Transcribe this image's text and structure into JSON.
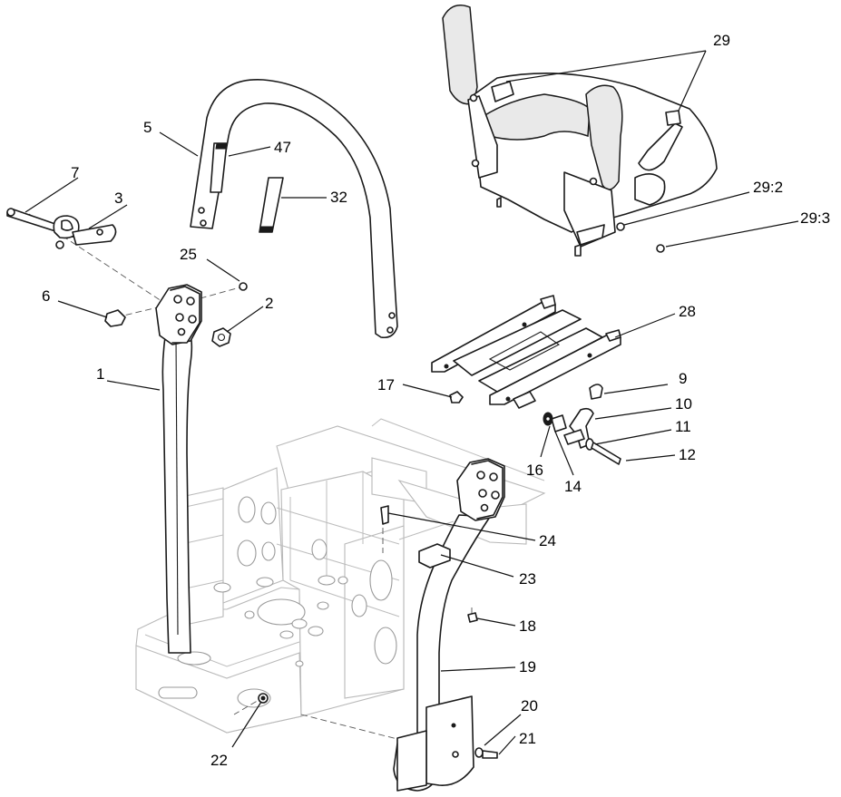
{
  "callouts": [
    {
      "id": "1",
      "label": "1"
    },
    {
      "id": "2",
      "label": "2"
    },
    {
      "id": "3",
      "label": "3"
    },
    {
      "id": "5",
      "label": "5"
    },
    {
      "id": "6",
      "label": "6"
    },
    {
      "id": "7",
      "label": "7"
    },
    {
      "id": "9",
      "label": "9"
    },
    {
      "id": "10",
      "label": "10"
    },
    {
      "id": "11",
      "label": "11"
    },
    {
      "id": "12",
      "label": "12"
    },
    {
      "id": "14",
      "label": "14"
    },
    {
      "id": "16",
      "label": "16"
    },
    {
      "id": "17",
      "label": "17"
    },
    {
      "id": "18",
      "label": "18"
    },
    {
      "id": "19",
      "label": "19"
    },
    {
      "id": "20",
      "label": "20"
    },
    {
      "id": "21",
      "label": "21"
    },
    {
      "id": "22",
      "label": "22"
    },
    {
      "id": "23",
      "label": "23"
    },
    {
      "id": "24",
      "label": "24"
    },
    {
      "id": "25",
      "label": "25"
    },
    {
      "id": "28",
      "label": "28"
    },
    {
      "id": "29",
      "label": "29"
    },
    {
      "id": "29_2",
      "label": "29:2"
    },
    {
      "id": "29_3",
      "label": "29:3"
    },
    {
      "id": "32",
      "label": "32"
    },
    {
      "id": "47",
      "label": "47"
    }
  ],
  "colors": {
    "line": "#1a1a1a",
    "frame": "#b9b9b9",
    "background": "#ffffff"
  }
}
